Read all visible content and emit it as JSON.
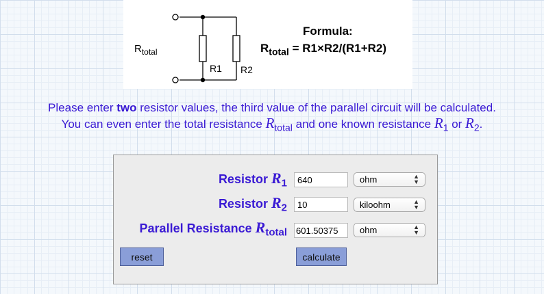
{
  "diagram": {
    "r_total_label": {
      "main": "R",
      "sub": "total"
    },
    "r1_label": "R1",
    "r2_label": "R2"
  },
  "formula": {
    "title": "Formula:",
    "lhs": {
      "main": "R",
      "sub": "total"
    },
    "rhs": " = R1×R2/(R1+R2)"
  },
  "instructions": {
    "line1_a": "Please enter ",
    "line1_bold": "two",
    "line1_b": " resistor values, the third value of the parallel circuit will be calculated.",
    "line2_a": "You can even enter the total resistance ",
    "line2_rtotal_main": "R",
    "line2_rtotal_sub": "total",
    "line2_b": " and one known resistance ",
    "line2_r1_main": "R",
    "line2_r1_sub": "1",
    "line2_or": " or ",
    "line2_r2_main": "R",
    "line2_r2_sub": "2",
    "line2_end": "."
  },
  "calculator": {
    "rows": [
      {
        "label": "Resistor ",
        "symbol": "R",
        "sub": "1",
        "value": "640",
        "unit": "ohm"
      },
      {
        "label": "Resistor ",
        "symbol": "R",
        "sub": "2",
        "value": "10",
        "unit": "kiloohm"
      },
      {
        "label": "Parallel Resistance ",
        "symbol": "R",
        "sub": "total",
        "value": "601.50375",
        "unit": "ohm"
      }
    ],
    "reset_label": "reset",
    "calculate_label": "calculate"
  },
  "colors": {
    "accent_text": "#3a1ad4",
    "button_fill": "#8a9ed8",
    "panel_bg": "#ececec"
  }
}
